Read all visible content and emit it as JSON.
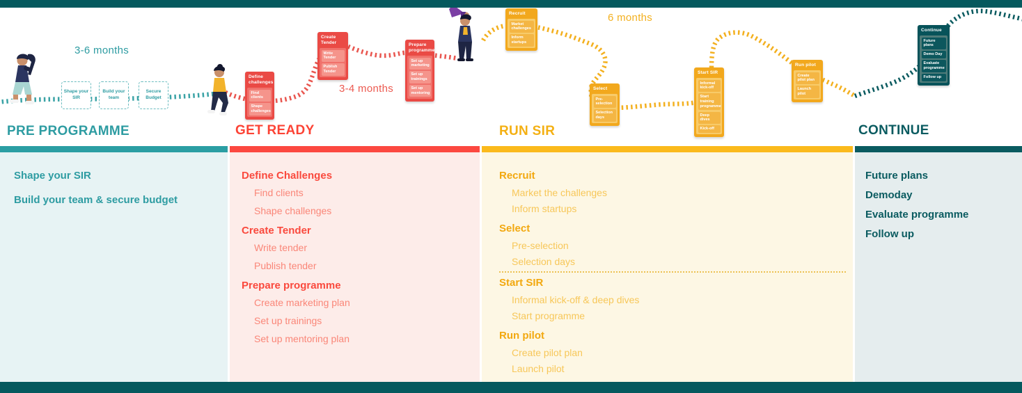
{
  "durations": [
    {
      "label": "3-6 months"
    },
    {
      "label": "3-4 months"
    },
    {
      "label": "6 months"
    }
  ],
  "dashed_cards": [
    {
      "label": "Shape your SIR"
    },
    {
      "label": "Build your team"
    },
    {
      "label": "Secure Budget"
    }
  ],
  "cards": [
    {
      "title": "Define challenges",
      "items": [
        "Find clients",
        "Shape challenges"
      ]
    },
    {
      "title": "Create Tender",
      "items": [
        "Write Tender",
        "Publish Tender"
      ]
    },
    {
      "title": "Prepare programme",
      "items": [
        "Set up marketing",
        "Set up trainings",
        "Set up mentoring"
      ]
    },
    {
      "title": "Recruit",
      "items": [
        "Market challenges",
        "Inform startups"
      ]
    },
    {
      "title": "Select",
      "items": [
        "Pre-selection",
        "Selection days"
      ]
    },
    {
      "title": "Start SIR",
      "items": [
        "Informal kick-off",
        "Start training programme",
        "Deep dives",
        "Kick-off"
      ]
    },
    {
      "title": "Run pilot",
      "items": [
        "Create pilot plan",
        "Launch pilot"
      ]
    },
    {
      "title": "Continue",
      "items": [
        "Future plans",
        "Demo Day",
        "Evaluate programme",
        "Follow up"
      ]
    }
  ],
  "sections": [
    {
      "title": "PRE PROGRAMME",
      "groups": [
        {
          "heading": "Shape your SIR",
          "items": []
        },
        {
          "heading": "Build your team & secure budget",
          "items": []
        }
      ]
    },
    {
      "title": "GET READY",
      "groups": [
        {
          "heading": "Define Challenges",
          "items": [
            "Find clients",
            "Shape challenges"
          ]
        },
        {
          "heading": "Create Tender",
          "items": [
            "Write tender",
            "Publish tender"
          ]
        },
        {
          "heading": "Prepare programme",
          "items": [
            "Create marketing plan",
            "Set up trainings",
            "Set up mentoring plan"
          ]
        }
      ]
    },
    {
      "title": "RUN SIR",
      "groups": [
        {
          "heading": "Recruit",
          "items": [
            "Market the challenges",
            "Inform startups"
          ]
        },
        {
          "heading": "Select",
          "items": [
            "Pre-selection",
            "Selection days"
          ]
        },
        {
          "heading": "Start SIR",
          "items": [
            "Informal kick-off & deep dives",
            "Start programme"
          ]
        },
        {
          "heading": "Run pilot",
          "items": [
            "Create pilot plan",
            "Launch pilot"
          ]
        }
      ]
    },
    {
      "title": "CONTINUE",
      "groups": [
        {
          "heading": "Future plans",
          "items": []
        },
        {
          "heading": "Demoday",
          "items": []
        },
        {
          "heading": "Evaluate programme",
          "items": []
        },
        {
          "heading": "Follow up",
          "items": []
        }
      ]
    }
  ],
  "colors": {
    "teal": "#2E9CA2",
    "red": "#FC4840",
    "yellow": "#F5B112",
    "dark_teal": "#0A5B60",
    "bg_teal": "#E7F3F4",
    "bg_red": "#FDECE9",
    "bg_yellow": "#FDF7E4",
    "bg_dark": "#E5EDEE"
  }
}
